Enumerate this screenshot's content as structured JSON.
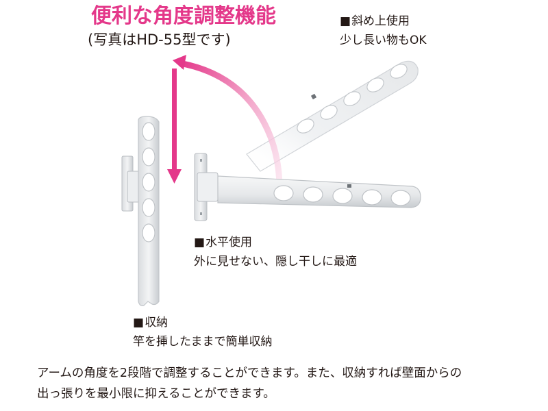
{
  "header": {
    "title": "便利な角度調整機能",
    "subtitle": "(写真はHD-55型です)"
  },
  "captions": {
    "diagonal": {
      "heading": "斜め上使用",
      "description": "少し長い物もOK"
    },
    "horizontal": {
      "heading": "水平使用",
      "description": "外に見せない、隠し干しに最適"
    },
    "storage": {
      "heading": "収納",
      "description": "竿を挿したままで簡単収納"
    }
  },
  "body": {
    "line1": "アームの角度を2段階で調整することができます。また、収納すれば壁面からの",
    "line2": "出っ張りを最小限に抑えることができます。"
  },
  "colors": {
    "accent": "#e4388a",
    "text": "#231815",
    "product": "#e8eaec"
  },
  "illustration": {
    "model": "HD-55",
    "positions": [
      "storage",
      "horizontal",
      "diagonal"
    ],
    "holes_per_arm": 5
  }
}
